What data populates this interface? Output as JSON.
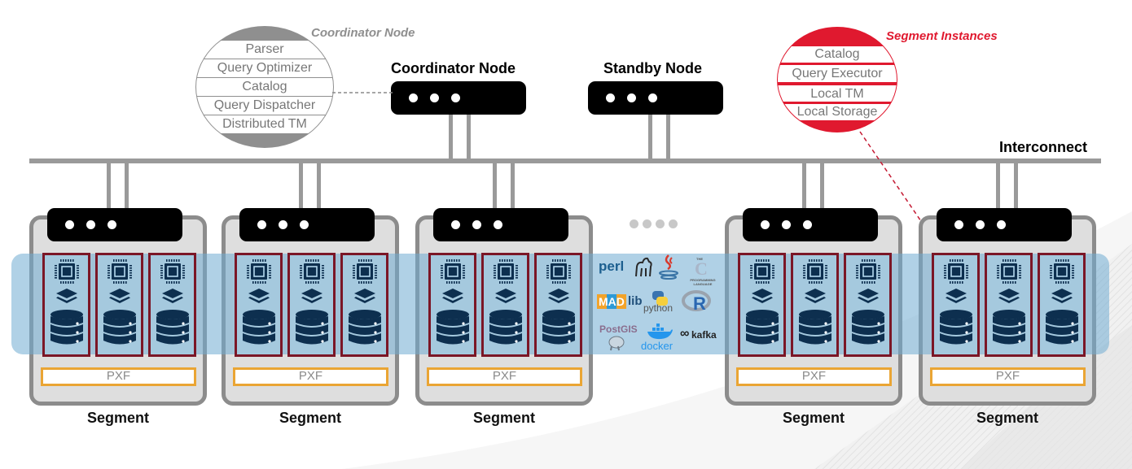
{
  "diagram": {
    "title_labels": {
      "coordinator_node": "Coordinator Node",
      "standby_node": "Standby Node",
      "interconnect": "Interconnect",
      "ellipsis": "...."
    },
    "coordinator_callout": {
      "label": "Coordinator Node",
      "rows": [
        "Parser",
        "Query Optimizer",
        "Catalog",
        "Query Dispatcher",
        "Distributed TM"
      ],
      "color": "#8f8f8f"
    },
    "segment_callout": {
      "label": "Segment Instances",
      "rows": [
        "Catalog",
        "Query Executor",
        "Local TM",
        "Local Storage"
      ],
      "color": "#e0192f"
    },
    "segments": [
      {
        "label": "Segment",
        "pxf": "PXF",
        "instances": 3
      },
      {
        "label": "Segment",
        "pxf": "PXF",
        "instances": 3
      },
      {
        "label": "Segment",
        "pxf": "PXF",
        "instances": 3
      },
      {
        "label": "Segment",
        "pxf": "PXF",
        "instances": 3
      },
      {
        "label": "Segment",
        "pxf": "PXF",
        "instances": 3
      }
    ],
    "extension_logos": [
      "perl",
      "java",
      "C Programming Language",
      "MADlib",
      "python",
      "R",
      "PostGIS",
      "docker",
      "kafka"
    ],
    "logo_text": {
      "perl": "perl",
      "c_the": "THE",
      "c_letter": "C",
      "c_sub": "PROGRAMMING LANGUAGE",
      "madlib_mad": "MAD",
      "madlib_lib": "lib",
      "python": "python",
      "r": "R",
      "postgis": "PostGIS",
      "docker": "docker",
      "kafka": "kafka"
    },
    "colors": {
      "bus": "#9a9a9a",
      "instance_border": "#7b1626",
      "pxf_border": "#eaa534",
      "band": "#6facd2",
      "icon": "#0d2f4f"
    }
  }
}
